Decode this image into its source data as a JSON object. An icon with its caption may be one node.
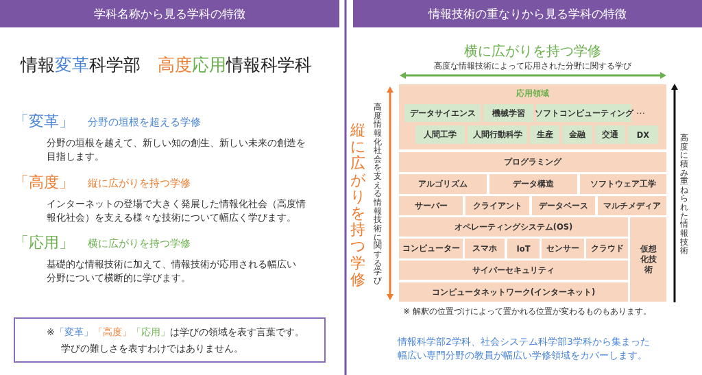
{
  "diagram": {
    "nodes": [
      {
        "text": [
          "学科名称から見る学科の特徴"
        ]
      },
      {
        "text": [
          "情報技術の重なりから見る学科の特徴"
        ]
      },
      {
        "text": [
          "※「変革」「高度」「応用」は学びの領域を表す言葉です。学びの難しさを表すわけではありません。"
        ]
      },
      {
        "text": [
          "応用領域"
        ]
      },
      {
        "text": [
          "データサイエンス"
        ],
        "in": 3
      },
      {
        "text": [
          "機械学習"
        ],
        "in": 3
      },
      {
        "text": [
          "ソフトコンピューティング"
        ],
        "in": 3
      },
      {
        "text": [
          "人間工学"
        ],
        "in": 3
      },
      {
        "text": [
          "人間行動科学"
        ],
        "in": 3
      },
      {
        "text": [
          "生産"
        ],
        "in": 3
      },
      {
        "text": [
          "金融"
        ],
        "in": 3
      },
      {
        "text": [
          "交通"
        ],
        "in": 3
      },
      {
        "text": [
          "DX"
        ],
        "in": 3
      },
      {
        "text": [
          "プログラミング"
        ]
      },
      {
        "text": [
          "アルゴリズム"
        ]
      },
      {
        "text": [
          "データ構造"
        ]
      },
      {
        "text": [
          "ソフトウェア工学"
        ]
      },
      {
        "text": [
          "サーバー"
        ]
      },
      {
        "text": [
          "クライアント"
        ]
      },
      {
        "text": [
          "データベース"
        ]
      },
      {
        "text": [
          "マルチメディア"
        ]
      },
      {
        "text": [
          "オペレーティングシステム(OS)"
        ]
      },
      {
        "text": [
          "仮想化技術"
        ]
      },
      {
        "text": [
          "コンピューター"
        ]
      },
      {
        "text": [
          "スマホ"
        ]
      },
      {
        "text": [
          "IoT"
        ]
      },
      {
        "text": [
          "センサー"
        ]
      },
      {
        "text": [
          "クラウド"
        ]
      },
      {
        "text": [
          "サイバーセキュリティ"
        ]
      },
      {
        "text": [
          "コンピュータネットワーク(インターネット)"
        ]
      }
    ],
    "labels": [
      "情報変革科学部",
      "高度応用情報科学科",
      "「変革」",
      "分野の垣根を超える学修",
      "分野の垣根を越えて、新しい知の創生、新しい未来の創造を目指します。",
      "「高度」",
      "縦に広がりを持つ学修",
      "インターネットの登場で大きく発展した情報化社会（高度情報化社会）を支える様々な技術について幅広く学びます。",
      "「応用」",
      "横に広がりを持つ学修",
      "基礎的な情報技術に加えて、情報技術が応用される幅広い分野について横断的に学びます。",
      "横に広がりを持つ学修",
      "高度な情報技術によって応用された分野に関する学び",
      "縦に広がりを持つ学修",
      "高度情報化社会を支える情報技術に関する学び",
      "高度に積み重ねられた情報技術",
      "…",
      "※ 解釈の位置づけによって置かれる位置が変わるものもあります。",
      "情報科学部2学科、社会システム科学部3学科から集まった幅広い専門分野の教員が幅広い学修領域をカバーします。"
    ]
  }
}
